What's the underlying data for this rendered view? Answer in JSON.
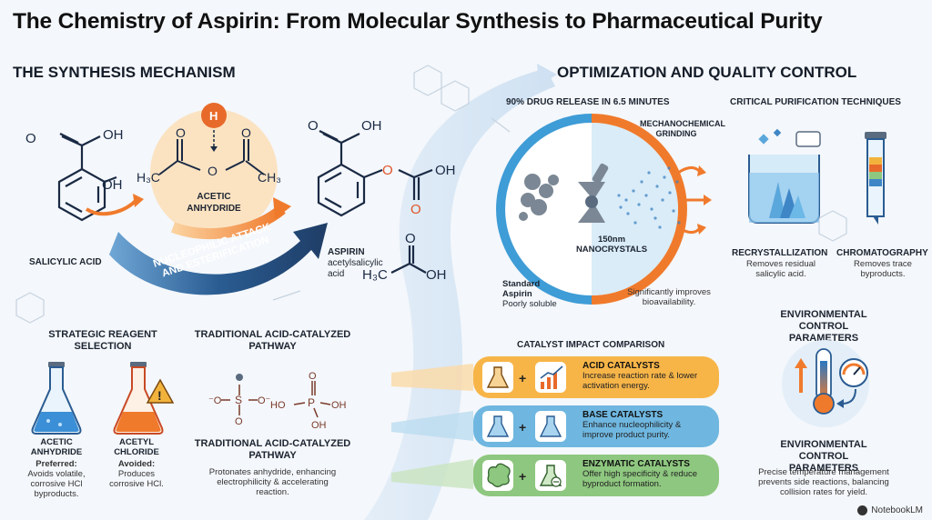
{
  "title": "The Chemistry of Aspirin: From Molecular Synthesis to Pharmaceutical Purity",
  "synthesis": {
    "heading": "THE SYNTHESIS MECHANISM",
    "salicylic_acid": "SALICYLIC ACID",
    "acetic_anhydride": "ACETIC ANHYDRIDE",
    "arrow_label_1": "NUCLEOPHILIC ATTACK",
    "arrow_label_2": "AND ESTERIFICATION",
    "aspirin": "ASPIRIN",
    "aspirin_sub": "acetylsalicylic acid",
    "h_atom": "H"
  },
  "reagent": {
    "heading": "STRATEGIC REAGENT SELECTION",
    "flask1_name": "ACETIC ANHYDRIDE",
    "flask1_status": "Preferred:",
    "flask1_desc": "Avoids volatile, corrosive HCl byproducts.",
    "flask2_name": "ACETYL CHLORIDE",
    "flask2_status": "Avoided:",
    "flask2_desc": "Produces corrosive HCl."
  },
  "pathway": {
    "heading_top": "TRADITIONAL ACID-CATALYZED PATHWAY",
    "heading_bottom": "TRADITIONAL ACID-CATALYZED PATHWAY",
    "desc": "Protonates anhydride, enhancing electrophilicity & accelerating reaction."
  },
  "optimization": {
    "heading": "OPTIMIZATION AND QUALITY CONTROL",
    "release_heading": "90% DRUG RELEASE IN 6.5 MINUTES",
    "mechano_label": "MECHANOCHEMICAL GRINDING",
    "nano_label": "150nm NANOCRYSTALS",
    "standard_label": "Standard Aspirin",
    "standard_desc": "Poorly soluble",
    "improved_desc": "Significantly improves bioavailability."
  },
  "purification": {
    "heading": "CRITICAL PURIFICATION TECHNIQUES",
    "recryst_name": "RECRYSTALLIZATION",
    "recryst_desc": "Removes residual salicylic acid.",
    "chrom_name": "CHROMATOGRAPHY",
    "chrom_desc": "Removes trace byproducts."
  },
  "catalysts": {
    "heading": "CATALYST IMPACT COMPARISON",
    "items": [
      {
        "name": "ACID CATALYSTS",
        "desc": "Increase reaction rate & lower activation energy.",
        "color": "#f7b548"
      },
      {
        "name": "BASE CATALYSTS",
        "desc": "Enhance nucleophilicity & improve product purity.",
        "color": "#6fb7e0"
      },
      {
        "name": "ENZYMATIC CATALYSTS",
        "desc": "Offer high specificity & reduce byproduct formation.",
        "color": "#8ec77f"
      }
    ]
  },
  "environment": {
    "heading_top": "ENVIRONMENTAL CONTROL PARAMETERS",
    "heading_bottom": "ENVIRONMENTAL CONTROL PARAMETERS",
    "desc": "Precise temperature management prevents side reactions, balancing collision rates for yield."
  },
  "badge": "NotebookLM",
  "colors": {
    "accent_orange": "#f07a2c",
    "accent_blue": "#2a78c2",
    "navy": "#1f3d66"
  }
}
